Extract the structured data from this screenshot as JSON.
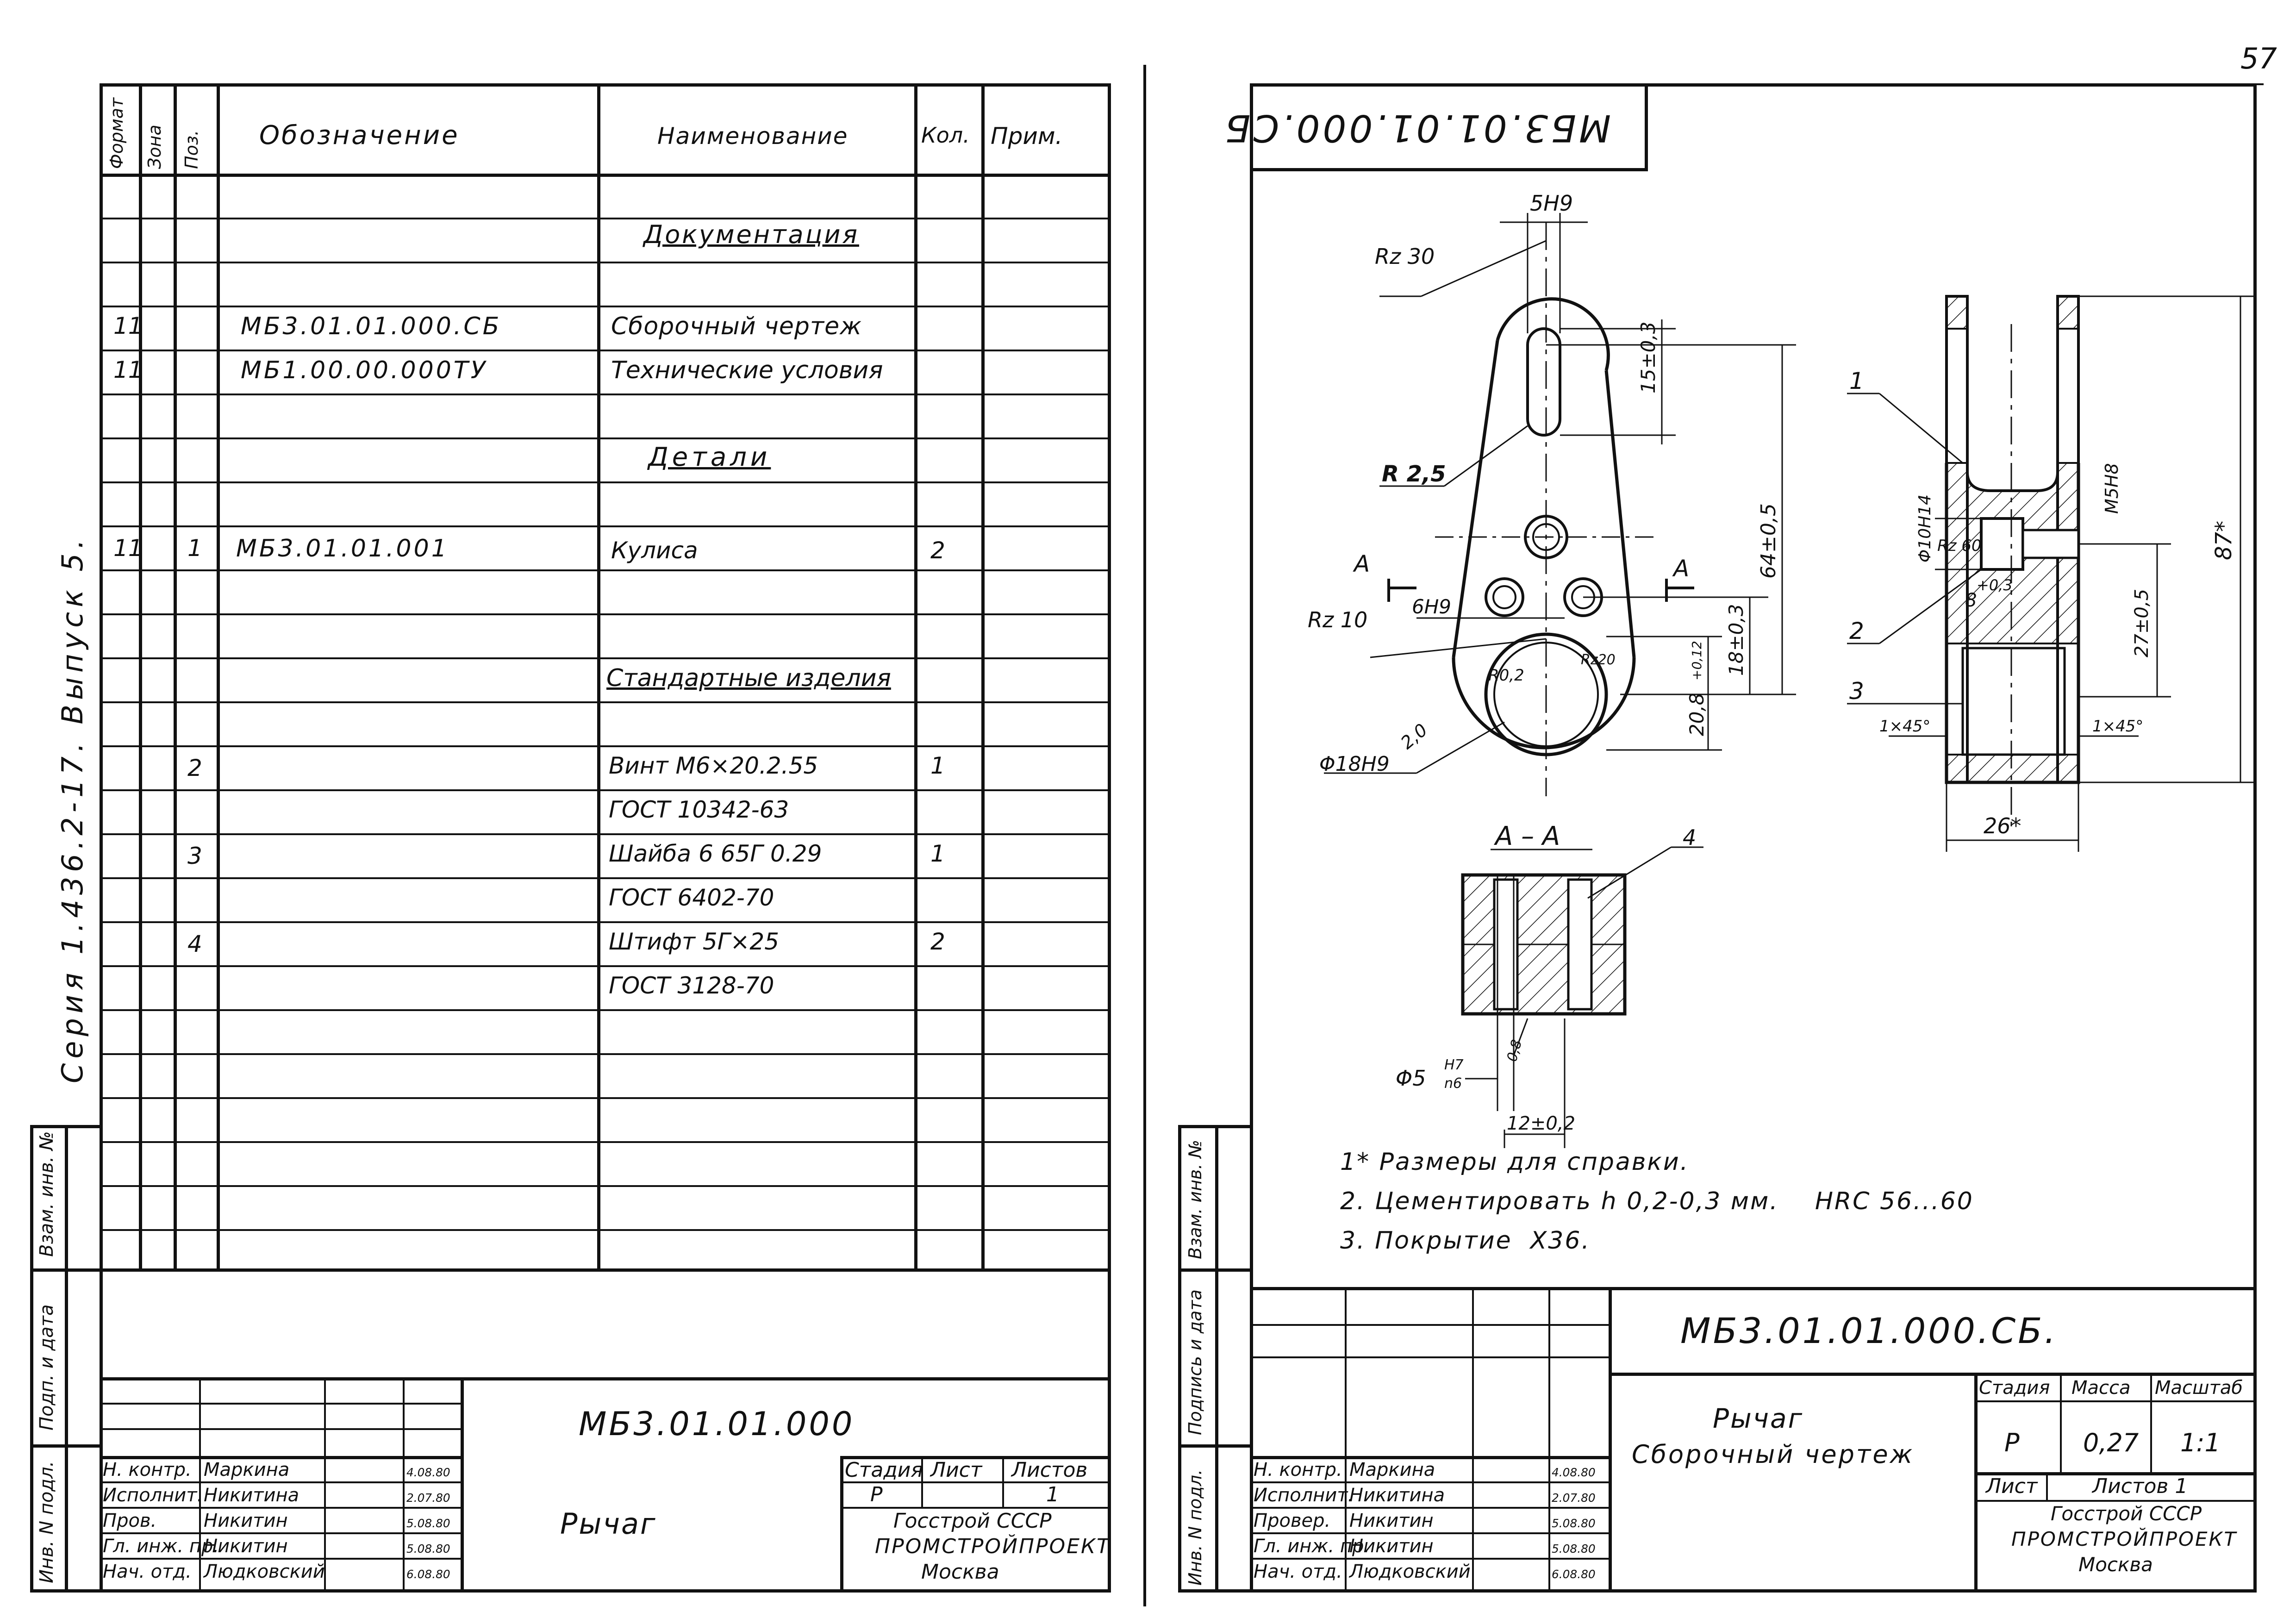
{
  "page_number": "57",
  "series_label": "Серия 1.436.2-17. Выпуск 5.",
  "side_labels": {
    "inv_podl": "Инв. N подл.",
    "podp_data": "Подп. и дата",
    "vzam_inv": "Взам. инв. №",
    "inv_podl_r": "Инв. N подл.",
    "podp_data_r": "Подпись и дата",
    "vzam_inv_r": "Взам. инв. №"
  },
  "spec": {
    "headers": {
      "format": "Формат",
      "zone": "Зона",
      "pos": "Поз.",
      "designation": "Обозначение",
      "name": "Наименование",
      "qty": "Кол.",
      "note": "Прим."
    },
    "rows": [
      {
        "format": "",
        "pos": "",
        "designation": "",
        "name": "Документация",
        "qty": ""
      },
      {
        "format": "11",
        "pos": "",
        "designation": "МБ3.01.01.000.СБ",
        "name": "Сборочный чертеж",
        "qty": ""
      },
      {
        "format": "11",
        "pos": "",
        "designation": "МБ1.00.00.000ТУ",
        "name": "Технические условия",
        "qty": ""
      },
      {
        "format": "",
        "pos": "",
        "designation": "",
        "name": "Детали",
        "qty": ""
      },
      {
        "format": "11",
        "pos": "1",
        "designation": "МБ3.01.01.001",
        "name": "Кулиса",
        "qty": "2"
      },
      {
        "format": "",
        "pos": "",
        "designation": "",
        "name": "Стандартные изделия",
        "qty": ""
      },
      {
        "format": "",
        "pos": "2",
        "designation": "",
        "name": "Винт М6×20.2.55",
        "qty": "1"
      },
      {
        "format": "",
        "pos": "",
        "designation": "",
        "name": "ГОСТ 10342-63",
        "qty": ""
      },
      {
        "format": "",
        "pos": "3",
        "designation": "",
        "name": "Шайба 6 65Г 0.29",
        "qty": "1"
      },
      {
        "format": "",
        "pos": "",
        "designation": "",
        "name": "ГОСТ 6402-70",
        "qty": ""
      },
      {
        "format": "",
        "pos": "4",
        "designation": "",
        "name": "Штифт 5Г×25",
        "qty": "2"
      },
      {
        "format": "",
        "pos": "",
        "designation": "",
        "name": "ГОСТ 3128-70",
        "qty": ""
      }
    ]
  },
  "title_left": {
    "doc_code": "МБ3.01.01.000",
    "name": "Рычаг",
    "stage_label": "Стадия",
    "sheet_label": "Лист",
    "sheets_label": "Листов",
    "stage": "Р",
    "sheets": "1",
    "org": [
      "Госстрой СССР",
      "Промстройпроект",
      "Москва"
    ],
    "signers": [
      {
        "role": "Н. контр.",
        "name": "Маркина",
        "date": "4.08.80"
      },
      {
        "role": "Исполнит.",
        "name": "Никитина",
        "date": "2.07.80"
      },
      {
        "role": "Пров.",
        "name": "Никитин",
        "date": "5.08.80"
      },
      {
        "role": "Гл. инж. пр.",
        "name": "Никитин",
        "date": "5.08.80"
      },
      {
        "role": "Нач. отд.",
        "name": "Людковский",
        "date": "6.08.80"
      }
    ]
  },
  "drawing": {
    "mirrored_code": "МБ3.01.01.000.СБ",
    "dims": {
      "d5h9": "5H9",
      "rz30": "Rz 30",
      "d15": "15±0,3",
      "d64": "64±0,5",
      "r25": "R 2,5",
      "sec_a": "A",
      "d6h9": "6H9",
      "rz10": "Rz 10",
      "d18": "18±0,3",
      "d208": "20,8",
      "d208tol": "+0,12",
      "r02": "R0,2",
      "rz20": "Rz20",
      "d20": "2,0",
      "d18h9": "Φ18H9",
      "pos1": "1",
      "pos2": "2",
      "pos3": "3",
      "pos4": "4",
      "phi10": "Φ10H14",
      "rz60": "Rz 60",
      "m5h8": "M5H8",
      "d8": "8",
      "d8tol": "+0,3",
      "d27": "27±0,5",
      "d87": "87*",
      "ch1": "1×45°",
      "ch2": "1×45°",
      "d26": "26*",
      "section_title": "A – A",
      "phi5": "Φ5",
      "h7": "H7",
      "n6": "n6",
      "d08": "0,8",
      "d12": "12±0,2"
    },
    "notes": [
      "1* Размеры для справки.",
      "2. Цементировать h 0,2-0,3 мм.    HRC 56...60",
      "3. Покрытие  Х36."
    ]
  },
  "title_right": {
    "doc_code": "МБ3.01.01.000.СБ.",
    "name": "Рычаг",
    "subtitle": "Сборочный чертеж",
    "stage_label": "Стадия",
    "mass_label": "Масса",
    "scale_label": "Масштаб",
    "stage": "Р",
    "mass": "0,27",
    "scale": "1:1",
    "sheet_label": "Лист",
    "sheets_label": "Листов 1",
    "org": [
      "Госстрой СССР",
      "Промстройпроект",
      "Москва"
    ],
    "signers": [
      {
        "role": "Н. контр.",
        "name": "Маркина",
        "date": "4.08.80"
      },
      {
        "role": "Исполнит.",
        "name": "Никитина",
        "date": "2.07.80"
      },
      {
        "role": "Провер.",
        "name": "Никитин",
        "date": "5.08.80"
      },
      {
        "role": "Гл. инж. пр.",
        "name": "Никитин",
        "date": "5.08.80"
      },
      {
        "role": "Нач. отд.",
        "name": "Людковский",
        "date": "6.08.80"
      }
    ]
  }
}
